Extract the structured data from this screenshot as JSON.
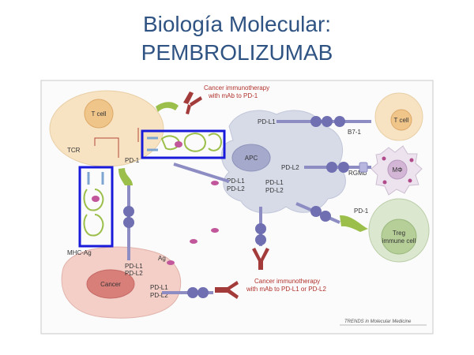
{
  "slide": {
    "title_line1": "Biología Molecular:",
    "title_line2": "PEMBROLIZUMAB"
  },
  "diagram": {
    "t_cell": "T cell",
    "tcr": "TCR",
    "pd1_tcell": "PD-1",
    "mab_pd1_line1": "Cancer immunotherapy",
    "mab_pd1_line2": "with mAb to PD-1",
    "pd_l1_top": "PD-L1",
    "b71": "B7-1",
    "t_cell_right": "T cell",
    "apc": "APC",
    "pd_l2_apc": "PD-L2",
    "rgmb": "RGMb",
    "macrophage": "MΦ",
    "pd_l1_apc_a": "PD-L1",
    "pd_l2_apc_a": "PD-L2",
    "pd_l1_apc_b": "PD-L1",
    "pd_l2_apc_b": "PD-L2",
    "pd1_treg": "PD-1",
    "treg_line1": "Treg",
    "treg_line2": "immune cell",
    "mhc_ag": "MHC-Ag",
    "ag": "Ag",
    "pd_l1_cancer": "PD-L1",
    "pd_l2_cancer": "PD-L2",
    "cancer": "Cancer",
    "pd_l1_bottom": "PD-L1",
    "pd_l2_bottom": "PD-L2",
    "mab_pdl_line1": "Cancer immunotherapy",
    "mab_pdl_line2": "with mAb to PD-L1 or PD-L2",
    "credit": "TRENDS in Molecular Medicine"
  },
  "colors": {
    "title": "#2f5383",
    "highlight_box": "#1a1adb",
    "antibody": "#a33b3b",
    "pd1_receptor": "#9bbf4a",
    "ligand": "#7a7ab8",
    "label_red": "#b0302a"
  }
}
